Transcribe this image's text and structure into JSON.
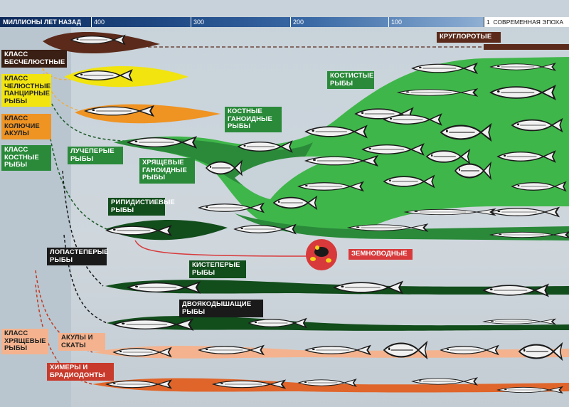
{
  "axis": {
    "title": "МИЛЛИОНЫ ЛЕТ НАЗАД",
    "ticks": [
      "400",
      "300",
      "200",
      "100"
    ],
    "modern_marker": "1",
    "modern_label": "СОВРЕМЕННАЯ ЭПОХА"
  },
  "labels": {
    "agnatha": "КЛАСС БЕСЧЕЛЮСТНЫЕ",
    "placoderms": "КЛАСС ЧЕЛЮСТНЫЕ ПАНЦИРНЫЕ РЫБЫ",
    "acanthodians": "КЛАСС КОЛЮЧИЕ АКУЛЫ",
    "osteichthyes": "КЛАСС КОСТНЫЕ РЫБЫ",
    "ray_finned": "ЛУЧЕПЕРЫЕ РЫБЫ",
    "chondrosteans": "ХРЯЩЕВЫЕ ГАНОИДНЫЕ РЫБЫ",
    "holosteans": "КОСТНЫЕ ГАНОИДНЫЕ РЫБЫ",
    "teleosts": "КОСТИСТЫЕ РЫБЫ",
    "cyclostomes": "КРУГЛОРОТЫЕ",
    "rhipidistians": "РИПИДИСТИЕВЫЕ РЫБЫ",
    "lobe_finned": "ЛОПАСТЕПЕРЫЕ РЫБЫ",
    "crossopterygians": "КИСТЕПЕРЫЕ РЫБЫ",
    "amphibians": "ЗЕМНОВОДНЫЕ",
    "lungfish": "ДВОЯКОДЫШАЩИЕ РЫБЫ",
    "chondrichthyes": "КЛАСС ХРЯЩЕВЫЕ РЫБЫ",
    "sharks_rays": "АКУЛЫ И СКАТЫ",
    "chimaeras": "ХИМЕРЫ И БРАДИОДОНТЫ"
  },
  "colors": {
    "agnatha": "#5b2a1a",
    "placoderms": "#f1e40f",
    "acanthodians": "#ef9322",
    "bony": "#2a8a3a",
    "teleost_fill": "#3fb64a",
    "lobe": "#124d1c",
    "sharks": "#f4b38e",
    "chimaeras": "#e0652a",
    "amphibian": "#d8393a",
    "timeline": "#1f4a86"
  }
}
